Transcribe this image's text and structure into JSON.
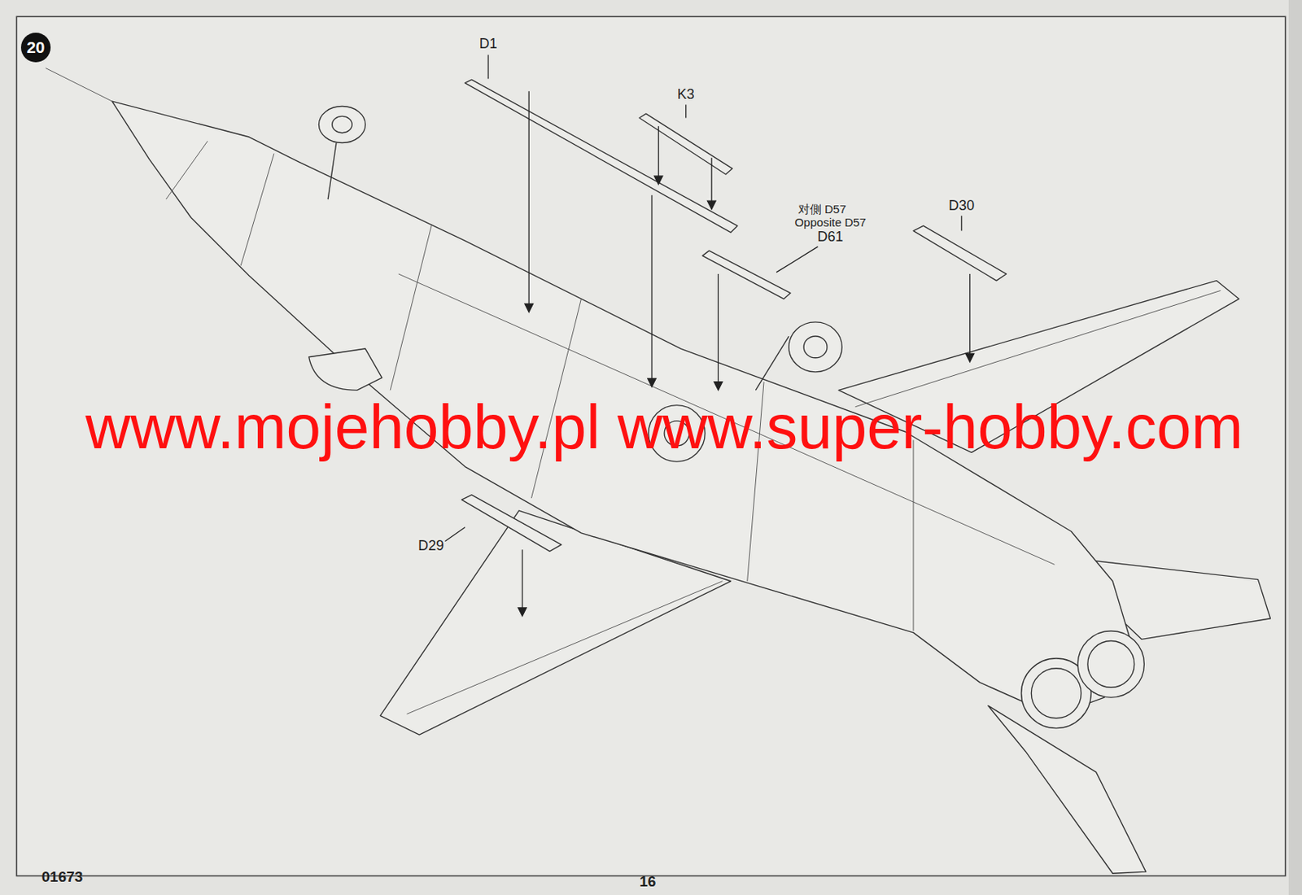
{
  "diagram": {
    "nodes": [
      {
        "text": [
          "20"
        ]
      }
    ],
    "labels": [
      "D1",
      "K3",
      "对側 D57",
      "Opposite D57",
      "D61",
      "D30",
      "D29",
      "www.mojehobby.pl www.super-hobby.com",
      "01673",
      "16"
    ]
  }
}
